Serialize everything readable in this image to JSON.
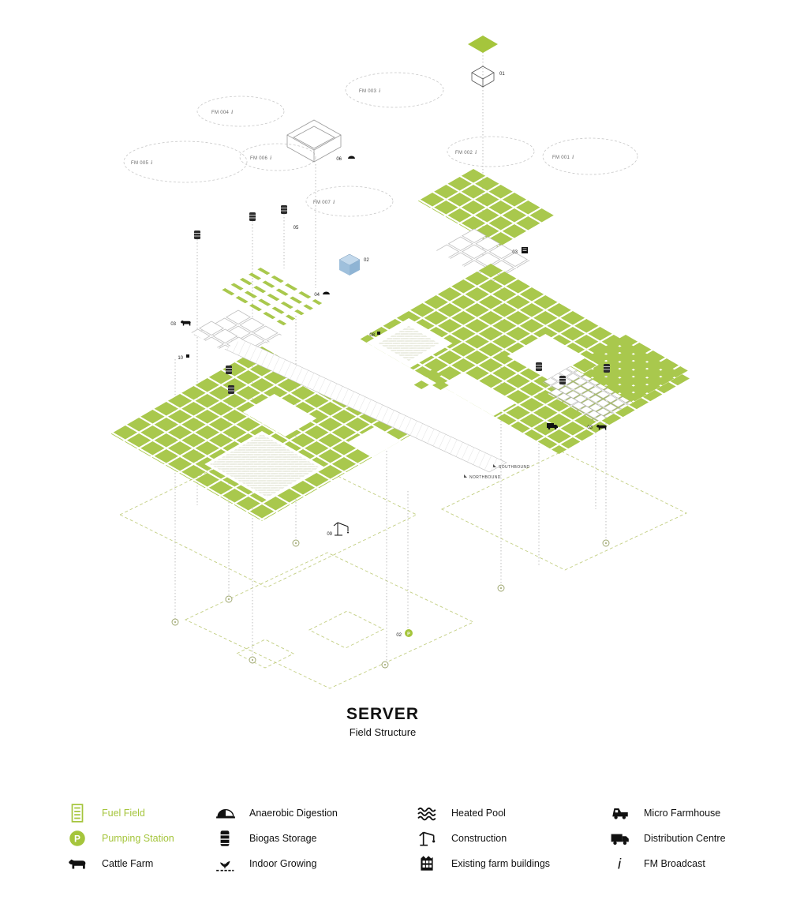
{
  "colors": {
    "accent": "#a5c53c",
    "field_green": "#a9c84d",
    "dash_green": "#c3cf83",
    "line_gray": "#9a9a9a",
    "ink": "#111111",
    "blue": "#a9c6e0"
  },
  "title": {
    "main": "SERVER",
    "subtitle": "Field Structure"
  },
  "diagram": {
    "fm_icon": "i",
    "fm_labels": [
      {
        "text": "FM 003"
      },
      {
        "text": "FM 004"
      },
      {
        "text": "FM 005"
      },
      {
        "text": "FM 006"
      },
      {
        "text": "FM 007"
      },
      {
        "text": "FM 002"
      },
      {
        "text": "FM 001"
      }
    ],
    "markers": [
      "01",
      "06",
      "05",
      "02",
      "03",
      "04",
      "03",
      "10",
      "08",
      "09",
      "03",
      "02"
    ],
    "roads": {
      "south": "SOUTHBOUND",
      "north": "NORTHBOUND"
    }
  },
  "legend": {
    "pump_letter": "P",
    "items": [
      {
        "label": "Fuel Field",
        "icon": "fuel-field-icon"
      },
      {
        "label": "Pumping Station",
        "icon": "pumping-station-icon"
      },
      {
        "label": "Cattle Farm",
        "icon": "cattle-farm-icon"
      },
      {
        "label": "Anaerobic Digestion",
        "icon": "anaerobic-digestion-icon"
      },
      {
        "label": "Biogas Storage",
        "icon": "biogas-storage-icon"
      },
      {
        "label": "Indoor Growing",
        "icon": "indoor-growing-icon"
      },
      {
        "label": "Heated Pool",
        "icon": "heated-pool-icon"
      },
      {
        "label": "Construction",
        "icon": "construction-icon"
      },
      {
        "label": "Existing farm buildings",
        "icon": "existing-farm-buildings-icon"
      },
      {
        "label": "Micro Farmhouse",
        "icon": "micro-farmhouse-icon"
      },
      {
        "label": "Distribution Centre",
        "icon": "distribution-centre-icon"
      },
      {
        "label": "FM Broadcast",
        "icon": "fm-broadcast-icon"
      }
    ]
  }
}
